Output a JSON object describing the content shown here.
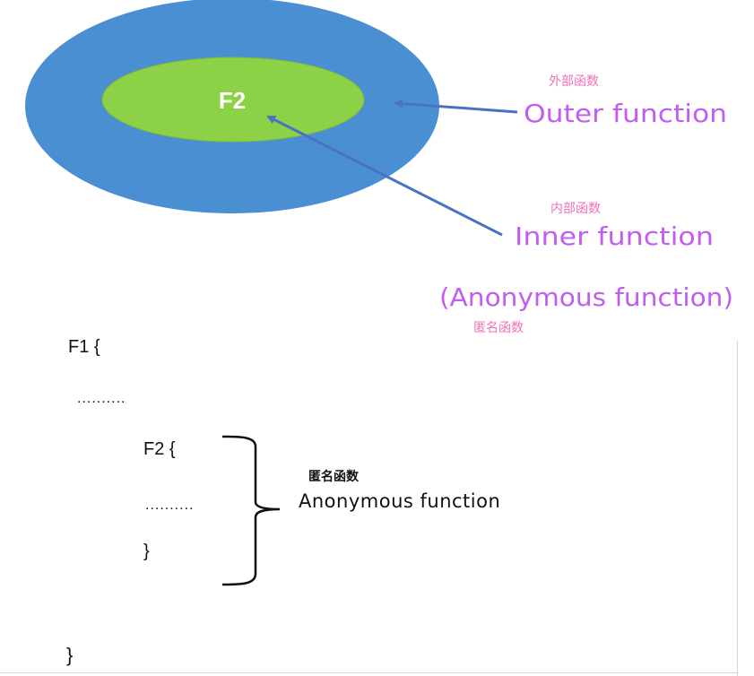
{
  "diagram": {
    "inner_label": "F2",
    "outer_cn": "外部函数",
    "outer_en": "Outer function",
    "inner_cn": "内部函数",
    "inner_en": "Inner function",
    "anon_en": "(Anonymous function)",
    "anon_cn": "匿名函数",
    "colors": {
      "outer_ellipse": "#4a8fd2",
      "inner_ellipse": "#8cd146",
      "arrow": "#4a72c4",
      "label_cn": "#f06fb7",
      "label_en": "#c15df0"
    }
  },
  "code": {
    "f1_open": "F1 {",
    "dots1": "..........",
    "f2_open": "F2 {",
    "dots2": "..........",
    "f2_close": "}",
    "f1_close": "}"
  },
  "brace_note": {
    "cn": "匿名函数",
    "en": "Anonymous function"
  }
}
